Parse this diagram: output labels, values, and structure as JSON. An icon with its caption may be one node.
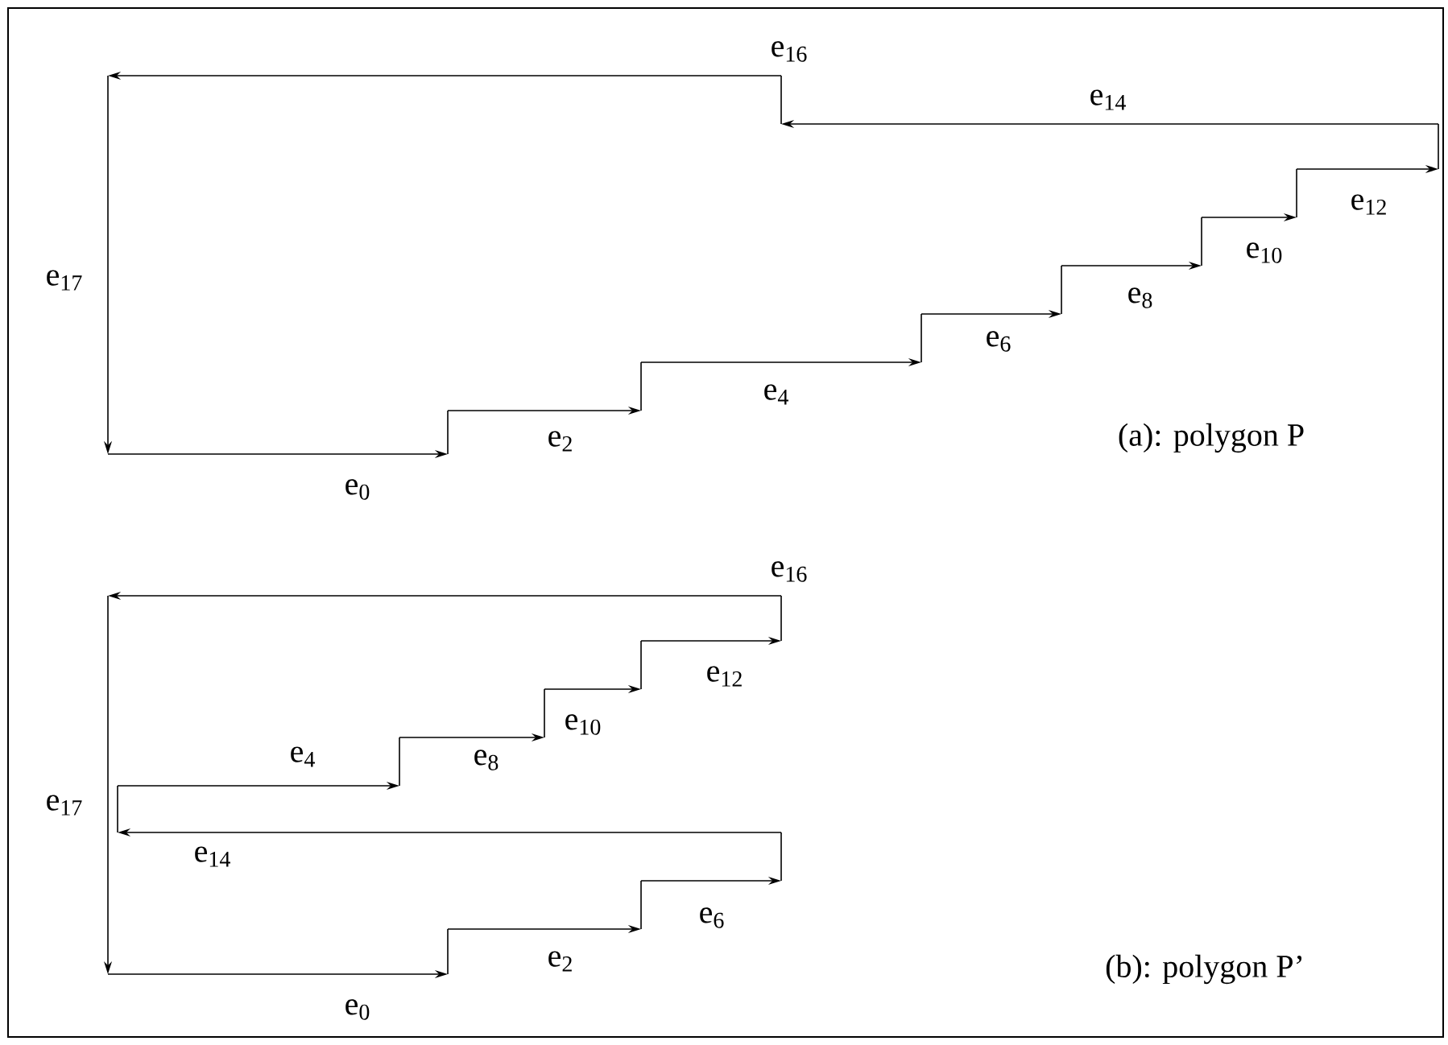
{
  "diagram": {
    "labels": [
      "e$_{16}$",
      "e$_{14}$",
      "e$_{17}$",
      "e$_{12}$",
      "e$_{10}$",
      "e$_{8}$",
      "e$_{6}$",
      "e$_{4}$",
      "e$_{2}$",
      "(a): polygon P",
      "e$_{0}$",
      "e$_{16}$",
      "e$_{17}$",
      "e$_{12}$",
      "e$_{4}$",
      "e$_{10}$",
      "e$_{8}$",
      "e$_{14}$",
      "e$_{6}$",
      "(b): polygon P’",
      "e$_{2}$",
      "e$_{0}$"
    ]
  }
}
